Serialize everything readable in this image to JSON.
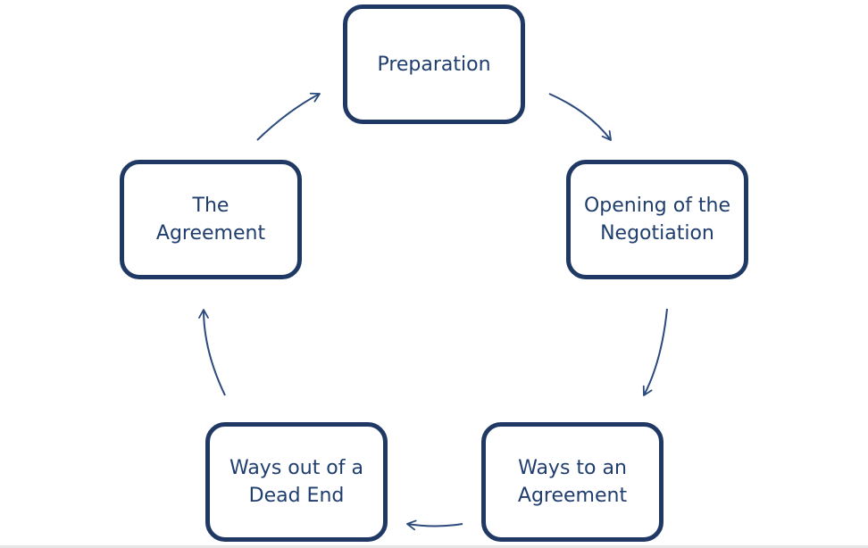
{
  "diagram": {
    "steps": [
      {
        "label": "Preparation"
      },
      {
        "label": "Opening of the\nNegotiation"
      },
      {
        "label": "Ways to an\nAgreement"
      },
      {
        "label": "Ways out of a\nDead End"
      },
      {
        "label": "The\nAgreement"
      }
    ],
    "colors": {
      "border": "#1f3864",
      "text": "#1f3d6d",
      "arrow": "#2c4a7c"
    }
  }
}
